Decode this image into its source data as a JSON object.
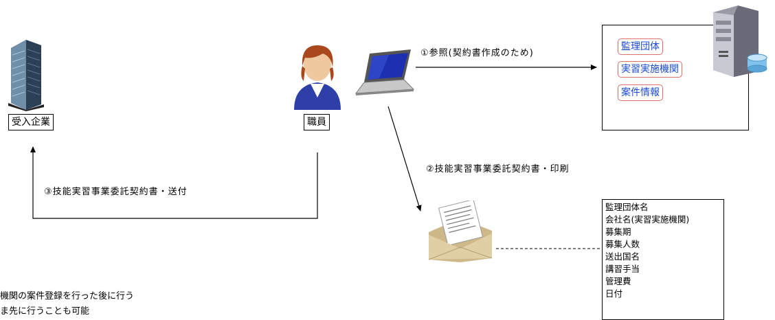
{
  "nodes": {
    "company_label": "受入企業",
    "staff_label": "職員"
  },
  "steps": {
    "step1": "①参照(契約書作成のため)",
    "step2": "②技能実習事業委託契約書・印刷",
    "step3": "③技能実習事業委託契約書・送付"
  },
  "database": {
    "items": [
      "監理団体",
      "実習実施機関",
      "案件情報"
    ]
  },
  "document_fields": [
    "監理団体名",
    "会社名(実習実施機関)",
    "募集期",
    "募集人数",
    "送出国名",
    "講習手当",
    "管理費",
    "日付"
  ],
  "notes": {
    "line1": "機関の案件登録を行った後に行う",
    "line2": "ま先に行うことも可能"
  }
}
